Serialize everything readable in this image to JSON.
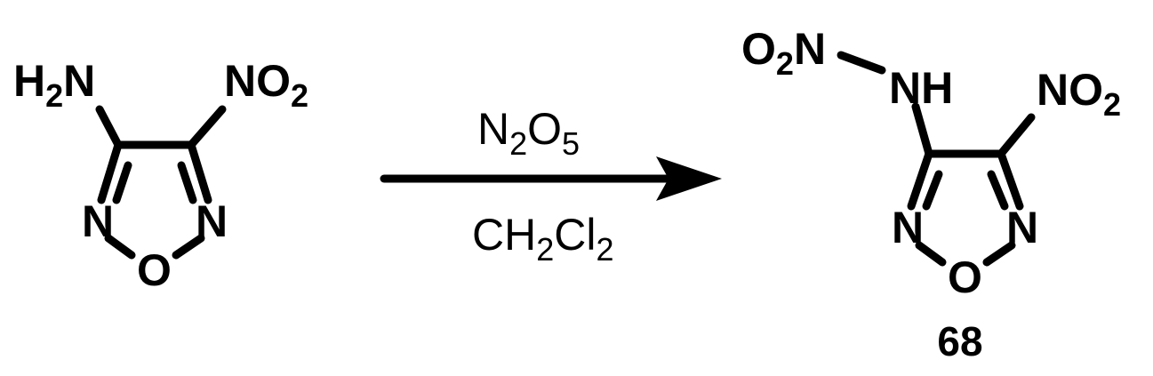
{
  "reactant": {
    "amine": {
      "main": "H",
      "sub": "2",
      "tail": "N"
    },
    "nitro": {
      "main": "NO",
      "sub": "2"
    },
    "ring_n_left": "N",
    "ring_n_right": "N",
    "ring_o": "O"
  },
  "arrow": {
    "reagent_above": {
      "a": "N",
      "a_sub": "2",
      "b": "O",
      "b_sub": "5"
    },
    "reagent_below": {
      "a": "CH",
      "a_sub": "2",
      "b": "Cl",
      "b_sub": "2"
    }
  },
  "product": {
    "nitramine_o2n": {
      "main": "O",
      "sub": "2",
      "tail": "N"
    },
    "nitramine_nh": "NH",
    "nitro": {
      "main": "NO",
      "sub": "2"
    },
    "ring_n_left": "N",
    "ring_n_right": "N",
    "ring_o": "O",
    "compound_number": "68"
  }
}
